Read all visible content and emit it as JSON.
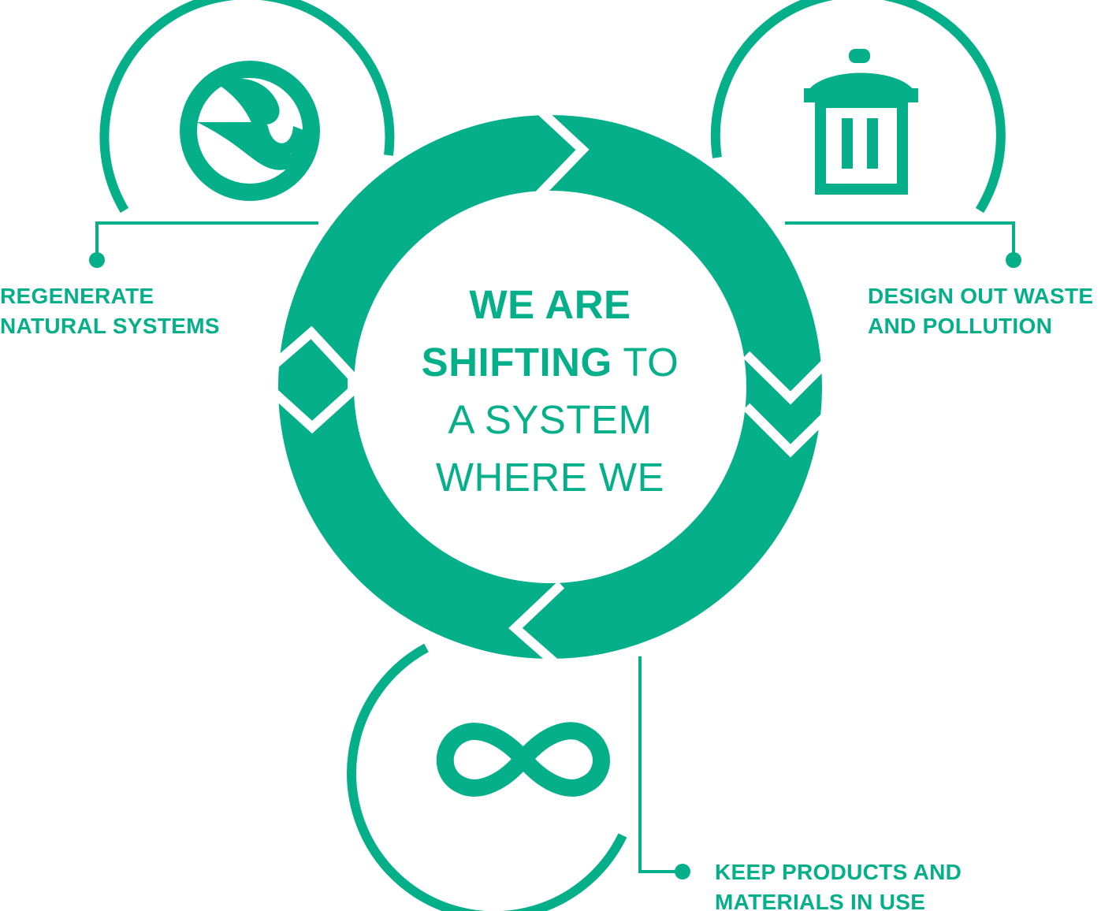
{
  "colors": {
    "primary": "#05AF8A",
    "background": "#FFFFFF",
    "divider": "#FFFFFF"
  },
  "center": {
    "line1": "WE ARE",
    "line2_bold": "SHIFTING",
    "line2_rest": "TO",
    "line3": "A SYSTEM",
    "line4": "WHERE WE"
  },
  "principles": [
    {
      "icon": "regenerate-swirl-icon",
      "line1": "REGENERATE",
      "line2": "NATURAL SYSTEMS"
    },
    {
      "icon": "trash-bin-icon",
      "line1": "DESIGN OUT WASTE",
      "line2": "AND POLLUTION"
    },
    {
      "icon": "infinity-icon",
      "line1": "KEEP PRODUCTS AND",
      "line2": "MATERIALS IN USE"
    }
  ]
}
